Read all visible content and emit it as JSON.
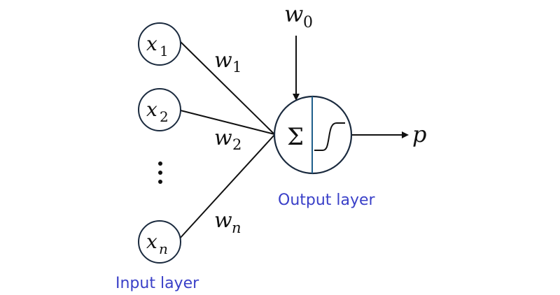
{
  "diagram": {
    "type": "perceptron",
    "inputs": [
      {
        "symbol": "x",
        "subscript": "1"
      },
      {
        "symbol": "x",
        "subscript": "2"
      },
      {
        "symbol": "x",
        "subscript": "n"
      }
    ],
    "ellipsis": "⋮",
    "weights": [
      {
        "symbol": "w",
        "subscript": "1"
      },
      {
        "symbol": "w",
        "subscript": "2"
      },
      {
        "symbol": "w",
        "subscript": "n"
      }
    ],
    "bias": {
      "symbol": "w",
      "subscript": "0"
    },
    "neuron": {
      "sum_symbol": "Σ",
      "activation": "sigmoid"
    },
    "output": {
      "symbol": "p"
    },
    "labels": {
      "input_layer": "Input layer",
      "output_layer": "Output layer"
    },
    "colors": {
      "label_blue": "#3a40c8",
      "circle_stroke": "#1a2a3e",
      "divider": "#1f5f8b",
      "line": "#111111"
    }
  }
}
